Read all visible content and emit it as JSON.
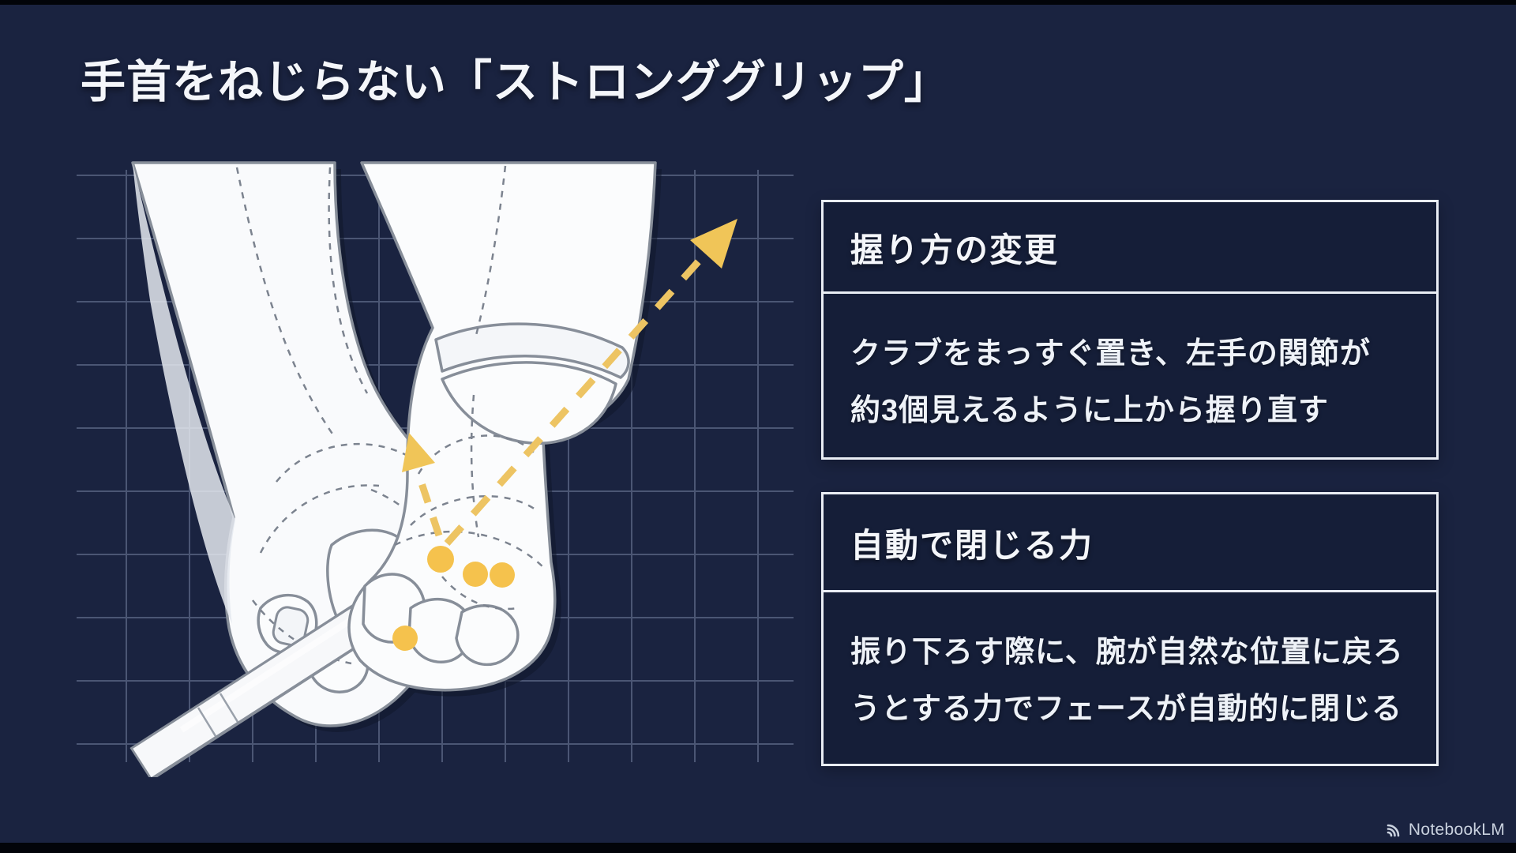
{
  "slide": {
    "title": "手首をねじらない「ストロンググリップ」",
    "cards": [
      {
        "header": "握り方の変更",
        "body": "クラブをまっすぐ置き、左手の関節が\n約3個見えるように上から握り直す"
      },
      {
        "header": "自動で閉じる力",
        "body": "振り下ろす際に、腕が自然な位置に戻ろ\nうとする力でフェースが自動的に閉じる"
      }
    ],
    "illustration": {
      "subject": "two gloved hands holding a golf club in a strong grip",
      "style": "white line-art gloves on navy blueprint grid",
      "knuckle_dot_count": 4,
      "arrows": [
        "short-up-arrow-over-hand",
        "long-diagonal-swing-arrow"
      ],
      "accent_color": "#f2c04f",
      "grid_color": "#94a3c4",
      "background_color": "#1a2340"
    },
    "branding": {
      "logo_text": "NotebookLM"
    }
  }
}
